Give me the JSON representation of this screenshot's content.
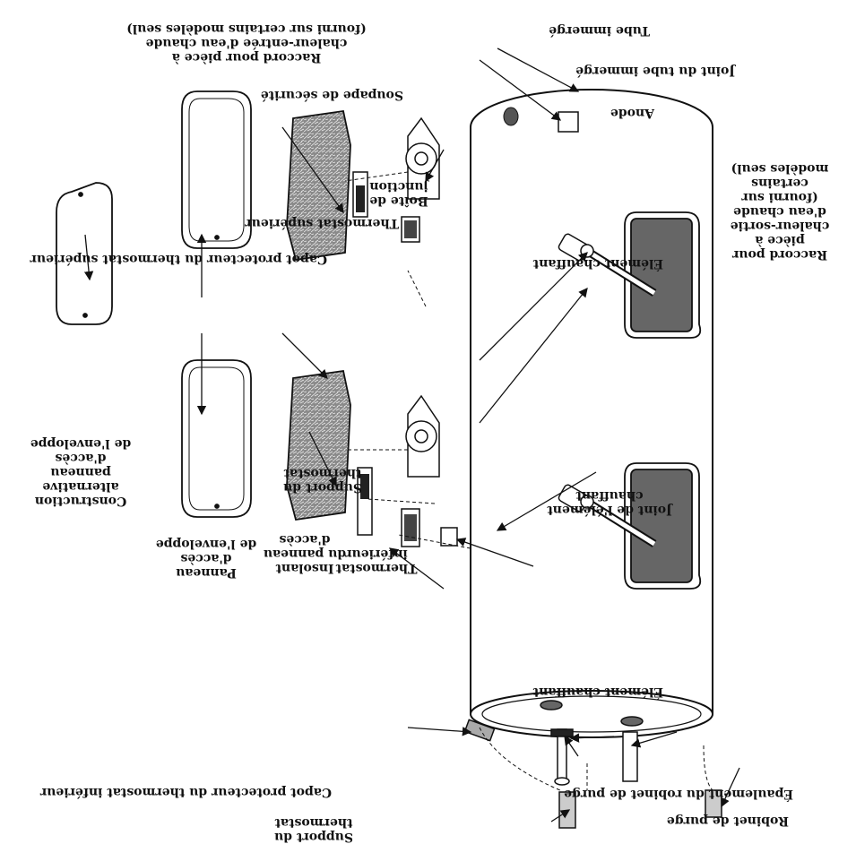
{
  "labels": {
    "support_thermostat_bottom": [
      "Support du",
      "thermostat"
    ],
    "capot_inferieur": "Capot protecteur du thermostat inférieur",
    "robinet_purge": "Robinet de purge",
    "epaulement_purge": "Épaulement du robinet de purge",
    "element_chauffant_bottom": "Élément chauffant",
    "panneau_enveloppe_bottom": [
      "Panneau",
      "d'accès",
      "de l'enveloppe"
    ],
    "insolant_bottom": [
      "Insolant",
      "du panneau",
      "d'accès"
    ],
    "thermostat_inferieur": [
      "Thermostat",
      "inférieur"
    ],
    "joint_element": [
      "Joint de l'élément",
      "chauffant"
    ],
    "construction_alternative": [
      "Construction",
      "alternative",
      "panneau",
      "d'accès",
      "de l'enveloppe"
    ],
    "support_thermostat_top": [
      "Support du",
      "thermostat"
    ],
    "capot_superieur": "Capot protecteur du thermostat supérieur",
    "element_chauffant_top": "Élément chauffant",
    "thermostat_superieur": "Thermostat supérieur",
    "boite_jonction": [
      "Boîte de",
      "junction"
    ],
    "raccord_sortie": [
      "Raccord pour",
      "pièce à",
      "chaleur-sortie",
      "d'eau chaude",
      "(fourni sur",
      "certains",
      "modèles seul)"
    ],
    "soupape": "Soupape de sécurité",
    "raccord_entree": [
      "Raccord pour pièce à",
      "chaleur-entrée d'eau chaude",
      "(fourni sur certains modèles seul)"
    ],
    "anode": "Anode",
    "joint_tube": "Joint du tube immergé",
    "tube_immerge": "Tube immergé"
  }
}
